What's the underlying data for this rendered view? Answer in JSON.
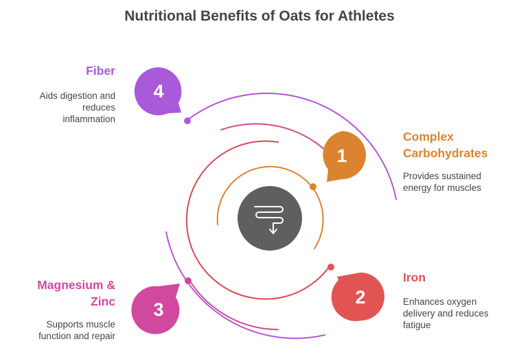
{
  "title": "Nutritional Benefits of Oats for Athletes",
  "colors": {
    "carbs": "#DB8331",
    "iron": "#E25453",
    "magnesium": "#D1489F",
    "fiber": "#A95ADB",
    "center": "#5F5F5F",
    "ring_carbs": "#DB8331",
    "ring_iron": "#D74956",
    "ring_magnesium": "#CF4C8E",
    "ring_fiber": "#B455D5"
  },
  "center": {
    "icon": "intestine-icon"
  },
  "items": [
    {
      "number": "1",
      "heading_lines": [
        "Complex",
        "Carbohydrates"
      ],
      "desc_lines": [
        "Provides sustained",
        "energy for muscles"
      ]
    },
    {
      "number": "2",
      "heading_lines": [
        "Iron"
      ],
      "desc_lines": [
        "Enhances oxygen",
        "delivery and reduces",
        "fatigue"
      ]
    },
    {
      "number": "3",
      "heading_lines": [
        "Magnesium &",
        "Zinc"
      ],
      "desc_lines": [
        "Supports muscle",
        "function and repair"
      ]
    },
    {
      "number": "4",
      "heading_lines": [
        "Fiber"
      ],
      "desc_lines": [
        "Aids digestion and",
        "reduces",
        "inflammation"
      ]
    }
  ]
}
